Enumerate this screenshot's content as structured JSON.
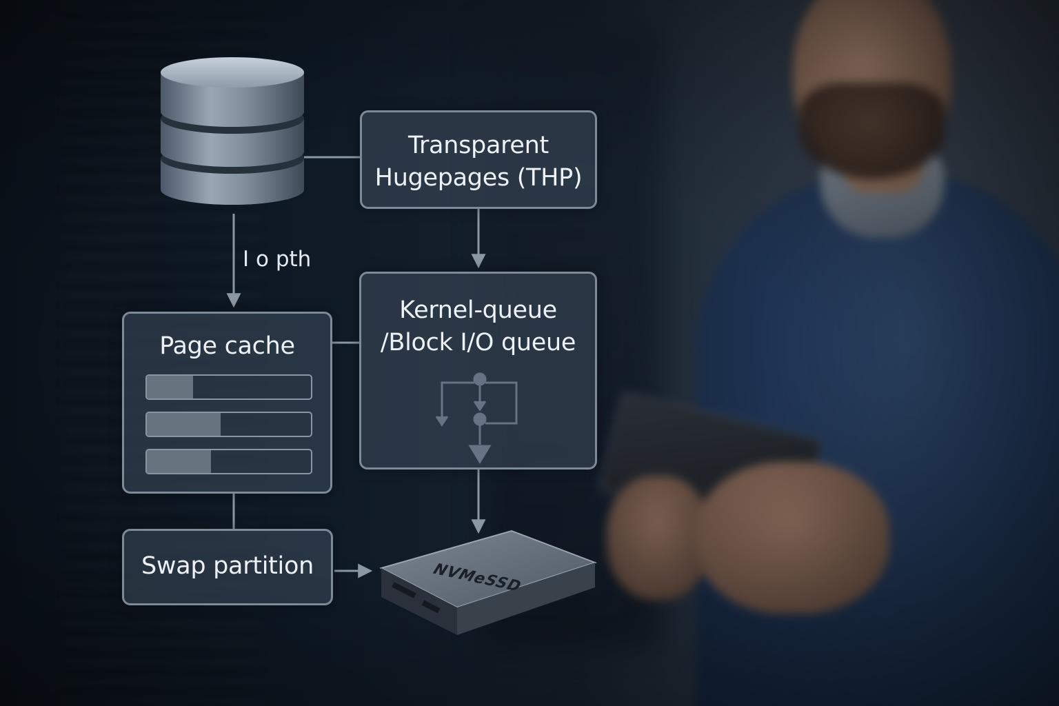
{
  "nodes": {
    "thp": {
      "line1": "Transparent",
      "line2": "Hugepages (THP)"
    },
    "page_cache": {
      "title": "Page cache",
      "bars": [
        {
          "fill": 0.28
        },
        {
          "fill": 0.45
        },
        {
          "fill": 0.39
        }
      ]
    },
    "kernel_queue": {
      "line1": "Kernel-queue",
      "line2": "/Block I/O queue"
    },
    "swap": {
      "title": "Swap partition"
    },
    "ssd": {
      "label": "NVMeSSD"
    }
  },
  "edges": {
    "io_path": {
      "label": "I o pth"
    }
  },
  "colors": {
    "box_border": "#7d8a98",
    "box_fill": "#3e4c5c",
    "line": "#8b97a4",
    "text": "#eef2f6"
  }
}
